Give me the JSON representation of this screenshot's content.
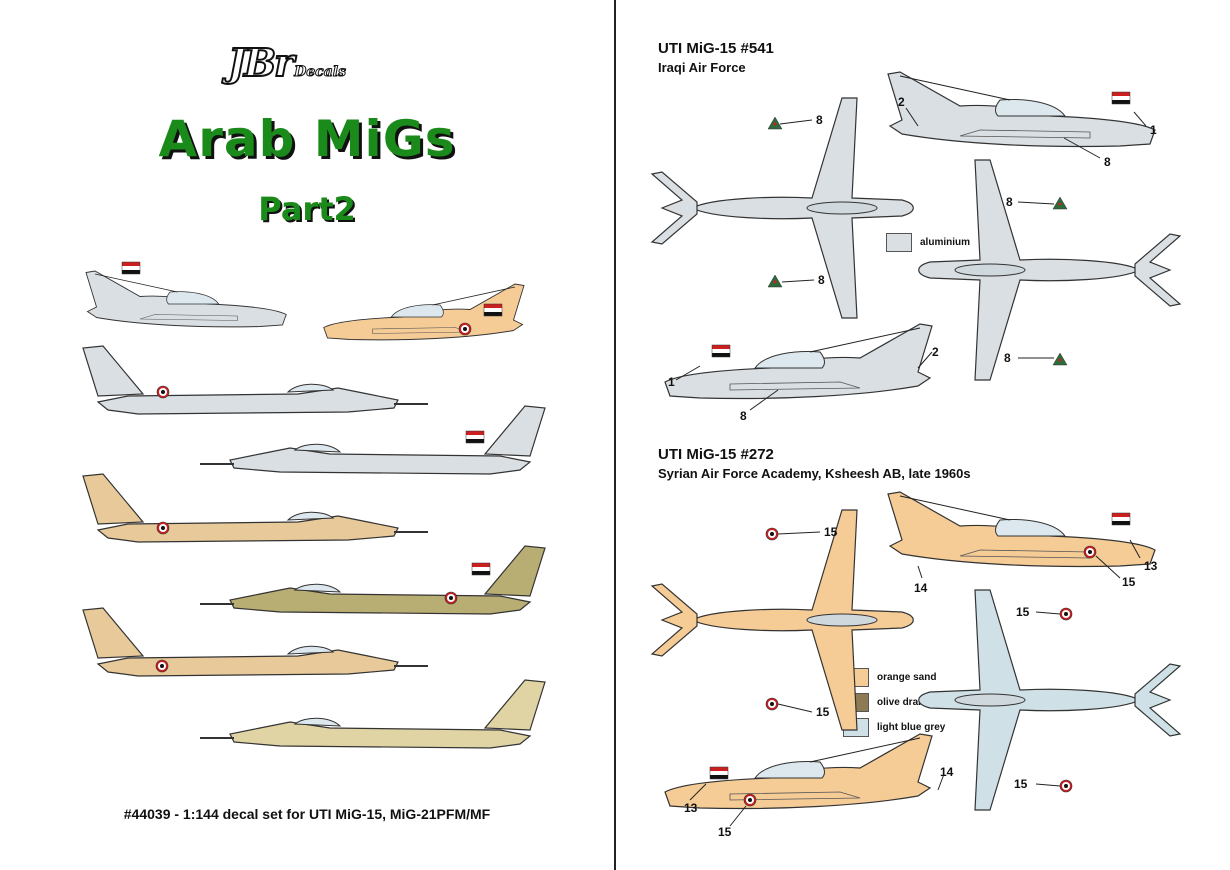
{
  "brand": {
    "logo_main": "JBr",
    "logo_sub": "Decals"
  },
  "left": {
    "title": "Arab MiGs",
    "subtitle": "Part2",
    "footer": "#44039 - 1:144 decal set for UTI MiG-15, MiG-21PFM/MF"
  },
  "right": {
    "sections": [
      {
        "title": "UTI MiG-15 #541",
        "subtitle": "Iraqi Air Force"
      },
      {
        "title": "UTI MiG-15 #272",
        "subtitle": "Syrian Air Force Academy, Ksheesh AB, late 1960s"
      }
    ],
    "legend_top": [
      {
        "label": "aluminium",
        "color": "#d9dfe3"
      }
    ],
    "legend_bottom": [
      {
        "label": "orange sand",
        "color": "#f5cb96"
      },
      {
        "label": "olive drab",
        "color": "#8c7b55"
      },
      {
        "label": "light blue grey",
        "color": "#cfe1e6"
      }
    ],
    "callouts": {
      "c1": "8",
      "c2": "2",
      "c3": "1",
      "c4": "8",
      "c5": "8",
      "c6": "8",
      "c7": "8",
      "c8": "2",
      "c9": "1",
      "c10": "8",
      "c11": "15",
      "c12": "15",
      "c13": "13",
      "c14": "14",
      "c15": "15",
      "c16": "15",
      "c17": "15",
      "c18": "14",
      "c19": "13",
      "c20": "15"
    }
  },
  "colors": {
    "aluminium": "#d9dfe3",
    "sand": "#f5cb96",
    "olive": "#7b7348",
    "dark_green": "#2d6b3b",
    "grey_blue": "#cfe1e6",
    "title_green": "#1a8a1a"
  }
}
